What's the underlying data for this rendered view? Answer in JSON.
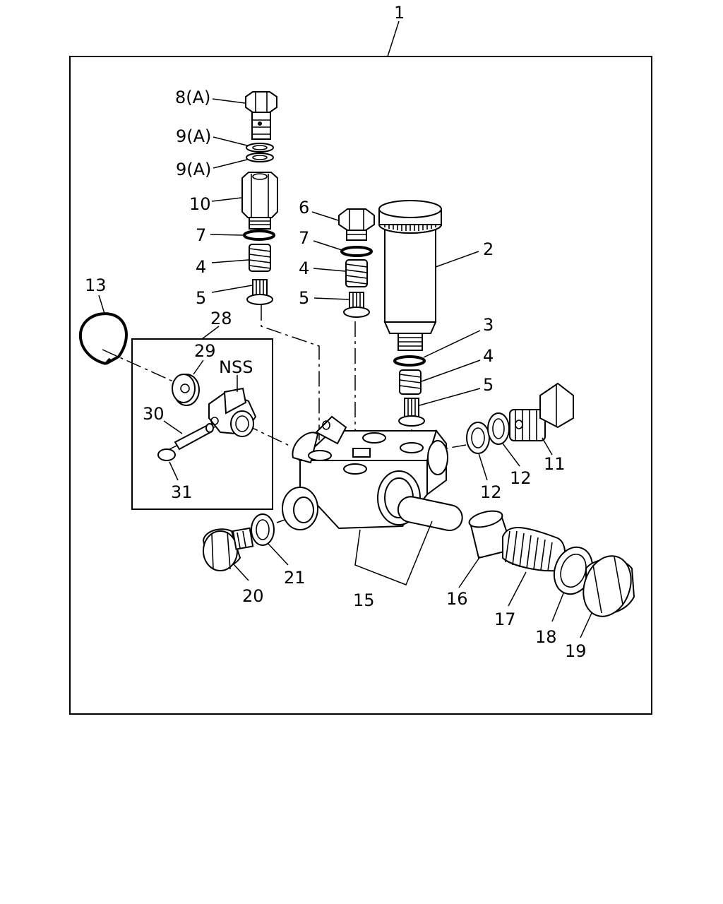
{
  "labels": {
    "assembly": "1",
    "n2": "2",
    "n3": "3",
    "n4a": "4",
    "n4b": "4",
    "n4c": "4",
    "n5a": "5",
    "n5b": "5",
    "n5c": "5",
    "n6": "6",
    "n7a": "7",
    "n7b": "7",
    "n8": "8(A)",
    "n9a": "9(A)",
    "n9b": "9(A)",
    "n10": "10",
    "n11": "11",
    "n12a": "12",
    "n12b": "12",
    "n13": "13",
    "n15": "15",
    "n16": "16",
    "n17": "17",
    "n18": "18",
    "n19": "19",
    "n20": "20",
    "n21": "21",
    "n28": "28",
    "n29": "29",
    "n30": "30",
    "n31": "31",
    "nss": "NSS"
  }
}
